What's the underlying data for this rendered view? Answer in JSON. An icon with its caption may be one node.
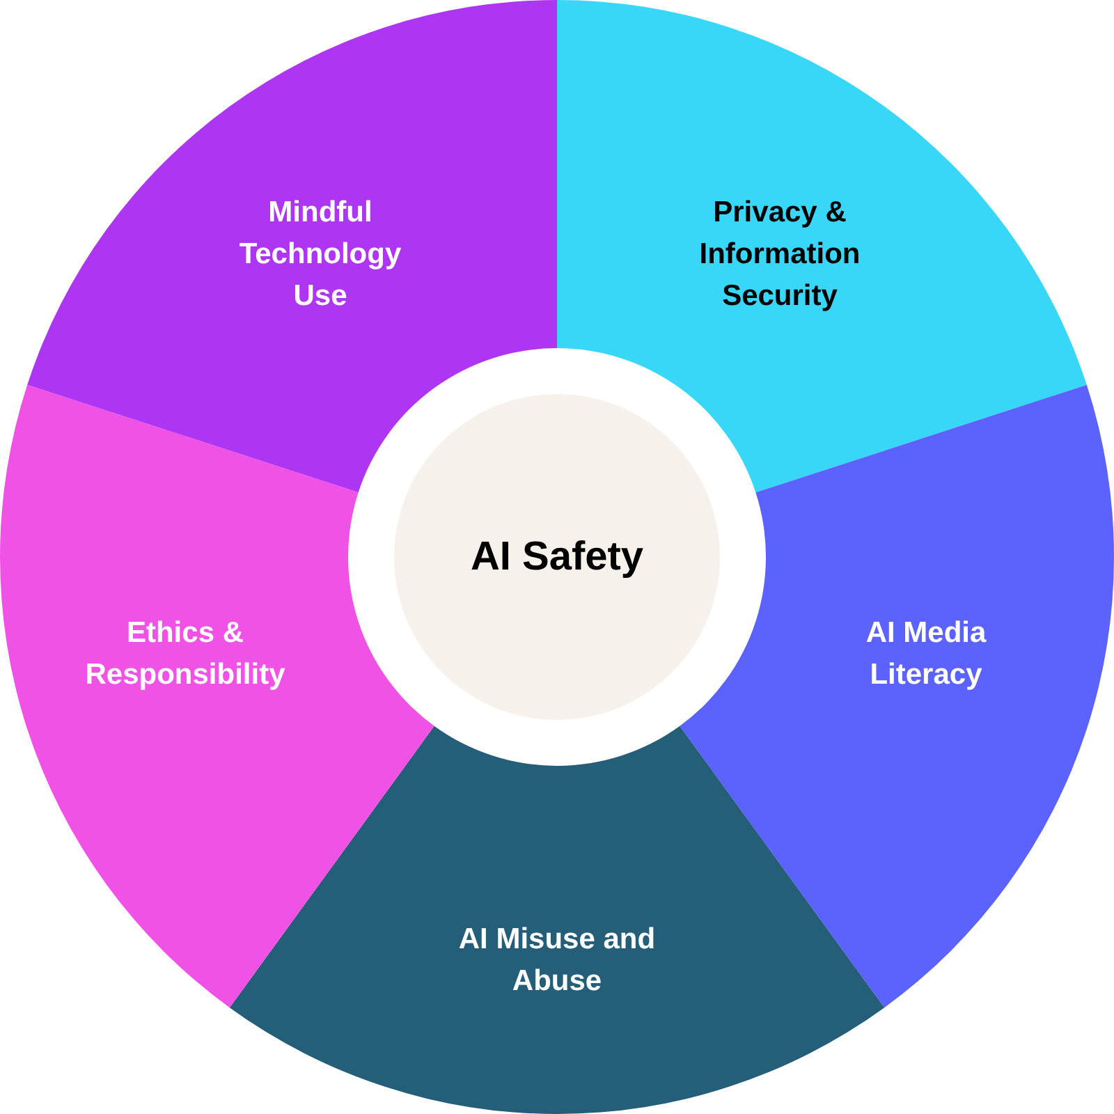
{
  "diagram": {
    "nodes": [
      {
        "text": [
          "AI Safety"
        ]
      },
      {
        "text": [
          "Privacy & Information Security"
        ]
      },
      {
        "text": [
          "AI Media Literacy"
        ]
      },
      {
        "text": [
          "AI Misuse and Abuse"
        ]
      },
      {
        "text": [
          "Ethics & Responsibility"
        ]
      },
      {
        "text": [
          "Mindful Technology Use"
        ]
      }
    ]
  }
}
